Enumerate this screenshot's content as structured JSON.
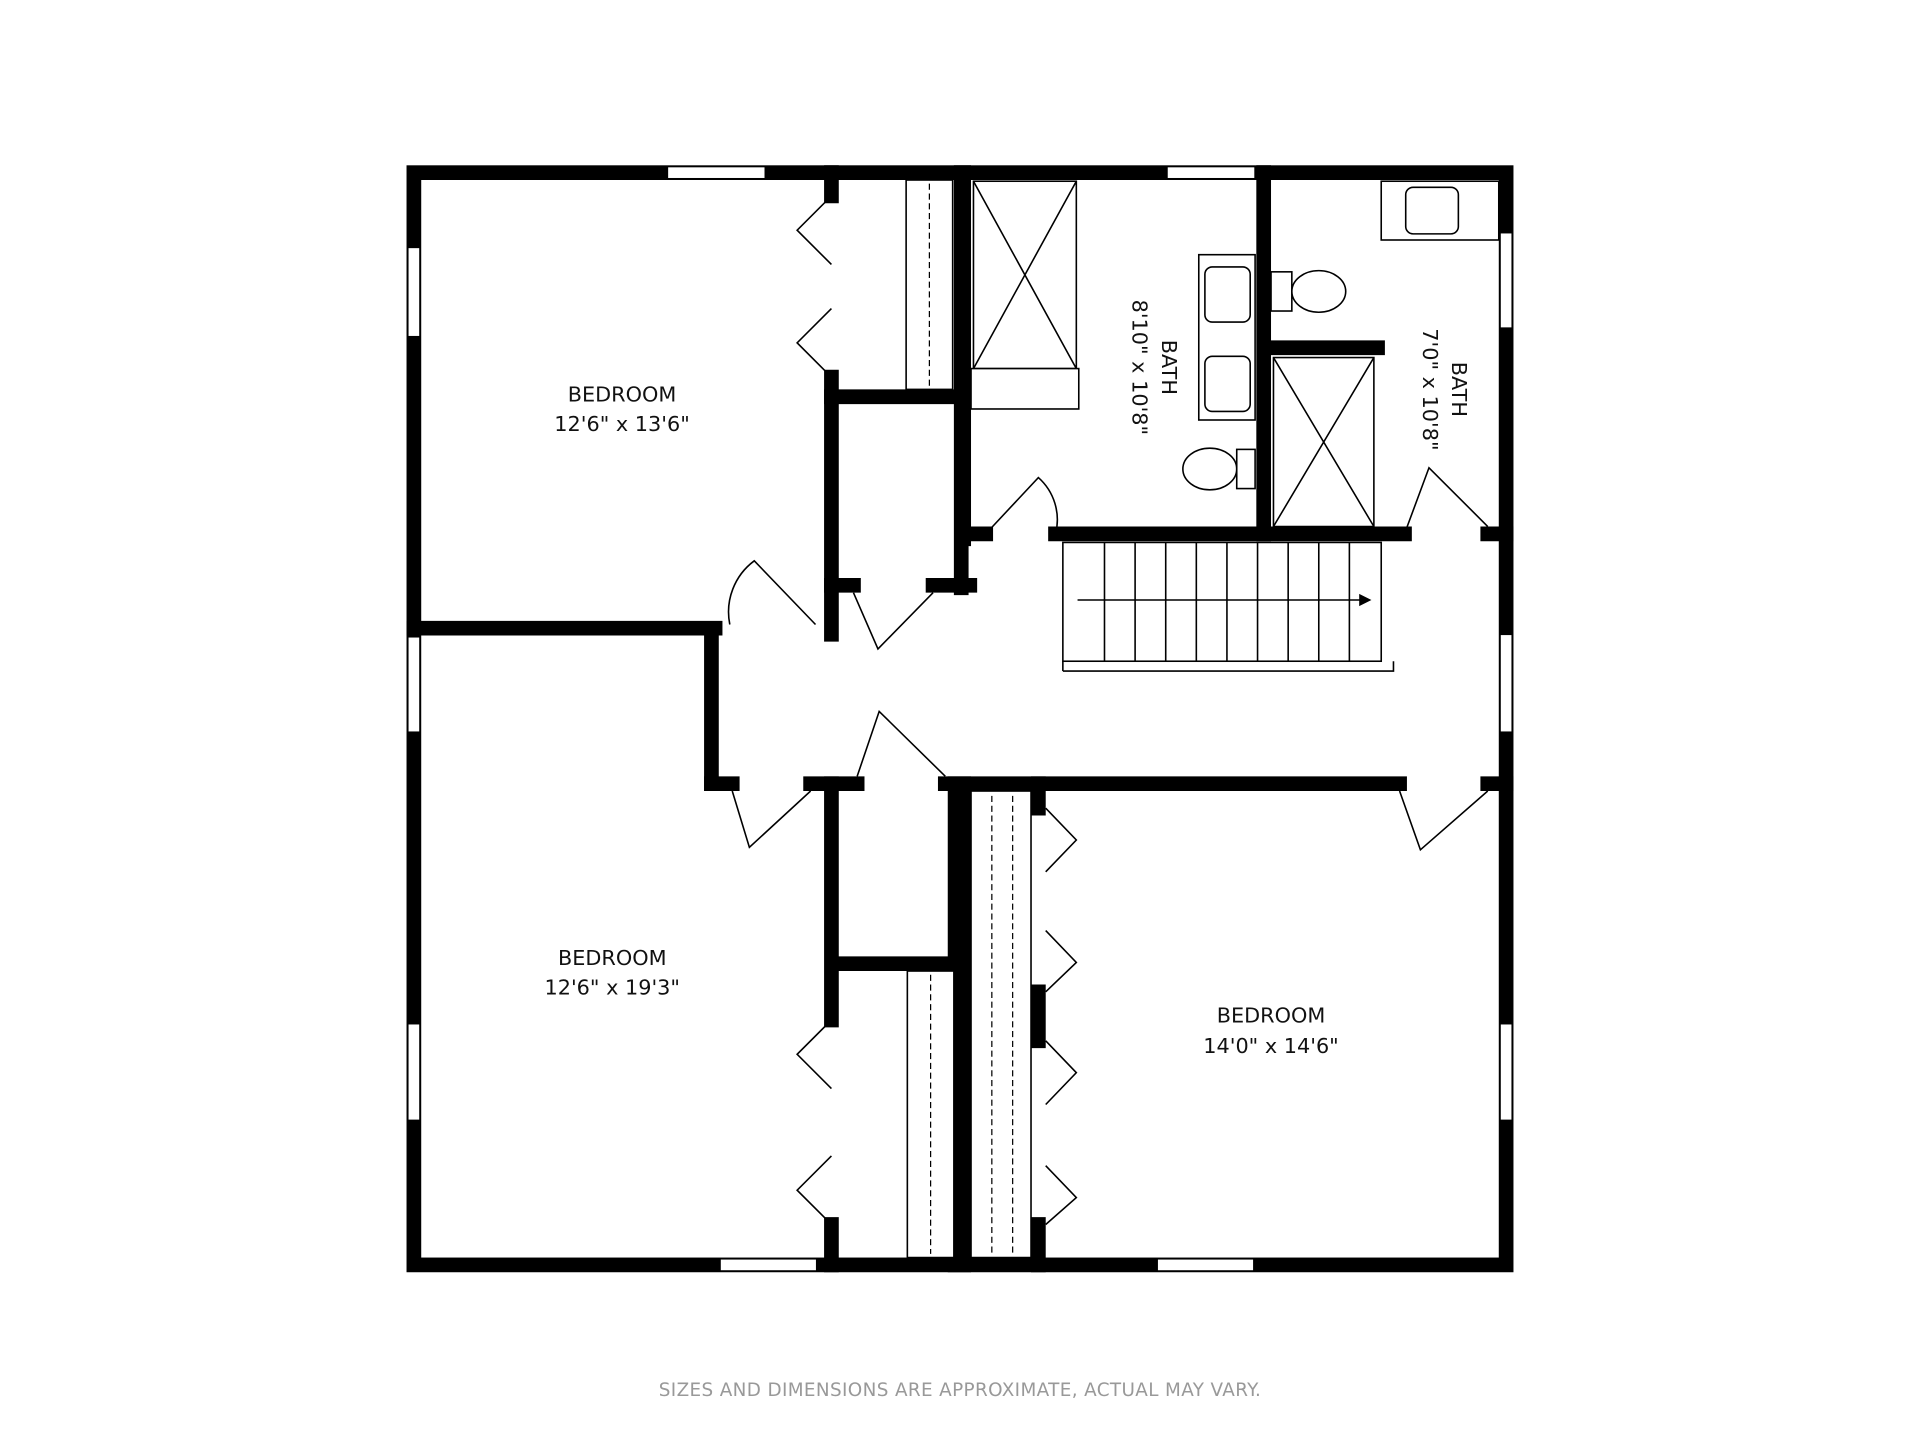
{
  "rooms": [
    {
      "name": "BEDROOM",
      "size": "12'6\" x 13'6\""
    },
    {
      "name": "BATH",
      "size": "8'10\" x 10'8\""
    },
    {
      "name": "BATH",
      "size": "7'0\" x 10'8\""
    },
    {
      "name": "BEDROOM",
      "size": "12'6\" x 19'3\""
    },
    {
      "name": "BEDROOM",
      "size": "14'0\" x 14'6\""
    }
  ],
  "footer": "SIZES AND DIMENSIONS ARE APPROXIMATE, ACTUAL MAY VARY.",
  "colors": {
    "wall": "#000000",
    "footer": "#999999"
  }
}
